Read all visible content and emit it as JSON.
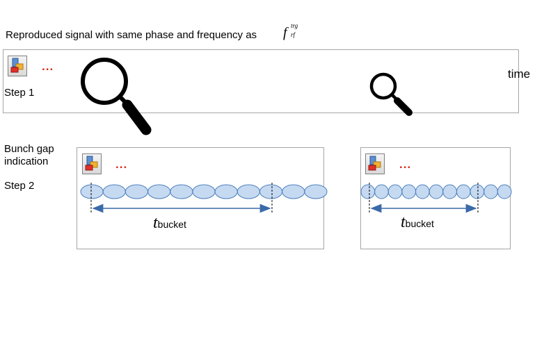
{
  "title": "Reproduced signal with same phase and frequency as",
  "freq_symbol": {
    "base": "f",
    "superscript": "trg",
    "subscript": "rf"
  },
  "time_label": "time",
  "step1_label": "Step 1",
  "bunch_gap_label": "Bunch gap indication",
  "step2_label": "Step 2",
  "ellipsis": "...",
  "t_bucket": {
    "base": "t",
    "subscript": "bucket"
  },
  "colors": {
    "bunch_fill": "#c5d9f1",
    "bunch_stroke": "#4a7ebb",
    "arrow": "#3a6aa8",
    "dots": "#d62a1e",
    "border": "#a6a6a6"
  },
  "icons": [
    "app-icon",
    "magnifier-icon"
  ]
}
